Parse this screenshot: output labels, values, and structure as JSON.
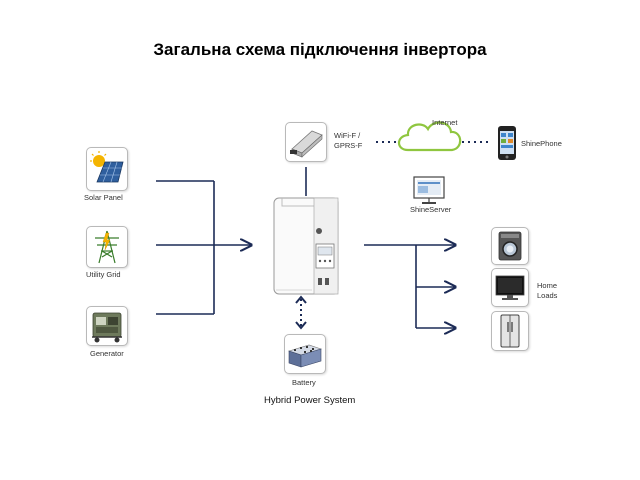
{
  "title": "Загальна схема підключення інвертора",
  "caption": "Hybrid Power System",
  "nodes": {
    "solar": "Solar Panel",
    "grid": "Utility Grid",
    "generator": "Generator",
    "wifi": "WiFi-F /",
    "gprs": "GPRS-F",
    "internet": "Internet",
    "shineserver": "ShineServer",
    "shinephone": "ShinePhone",
    "battery": "Battery",
    "home": "Home",
    "loads": "Loads"
  },
  "colors": {
    "line": "#1c2b56",
    "cloud": "#8fc63f",
    "card_border": "#b9b9b9"
  },
  "icons": [
    "solar-panel-icon",
    "utility-grid-icon",
    "generator-icon",
    "wifi-module-icon",
    "cloud-icon",
    "computer-icon",
    "smartphone-icon",
    "inverter-icon",
    "battery-icon",
    "washing-machine-icon",
    "tv-icon",
    "refrigerator-icon"
  ]
}
